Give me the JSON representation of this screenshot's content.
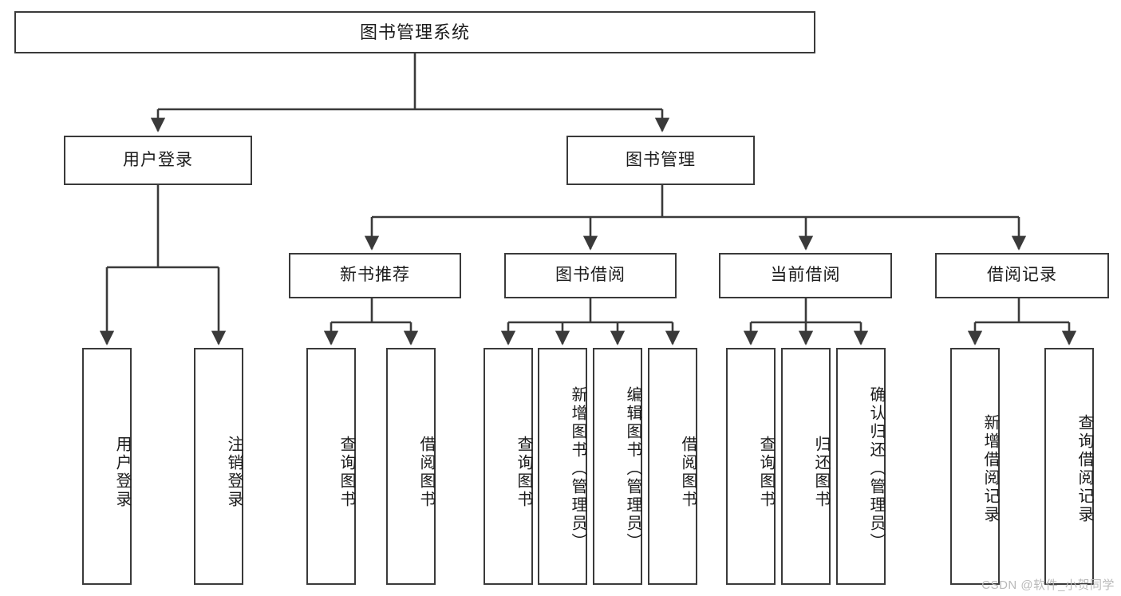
{
  "diagram": {
    "type": "tree",
    "title": "图书管理系统",
    "orientation": "top-down",
    "stroke_color": "#3a3a3a",
    "fill_color": "#ffffff",
    "text_color": "#1b1b1b",
    "watermark": "CSDN @软件_小贺同学"
  },
  "nodes": {
    "root": {
      "label": "图书管理系统",
      "level": 1
    },
    "level2": [
      {
        "id": "user-login",
        "label": "用户登录",
        "level": 2
      },
      {
        "id": "book-manage",
        "label": "图书管理",
        "level": 2
      }
    ],
    "level3": [
      {
        "id": "new-book-recommend",
        "label": "新书推荐",
        "level": 3,
        "parent": "book-manage"
      },
      {
        "id": "book-borrow",
        "label": "图书借阅",
        "level": 3,
        "parent": "book-manage"
      },
      {
        "id": "current-borrow",
        "label": "当前借阅",
        "level": 3,
        "parent": "book-manage"
      },
      {
        "id": "borrow-record",
        "label": "借阅记录",
        "level": 3,
        "parent": "book-manage"
      }
    ],
    "leaves": [
      {
        "id": "leaf-user-login",
        "label": "用户登录",
        "parent": "user-login"
      },
      {
        "id": "leaf-logout-login",
        "label": "注销登录",
        "parent": "user-login"
      },
      {
        "id": "leaf-query-book-1",
        "label": "查询图书",
        "parent": "new-book-recommend"
      },
      {
        "id": "leaf-borrow-book-1",
        "label": "借阅图书",
        "parent": "new-book-recommend"
      },
      {
        "id": "leaf-query-book-2",
        "label": "查询图书",
        "parent": "book-borrow"
      },
      {
        "id": "leaf-add-book",
        "label": "新增图书（管理员）",
        "parent": "book-borrow"
      },
      {
        "id": "leaf-edit-book",
        "label": "编辑图书（管理员）",
        "parent": "book-borrow"
      },
      {
        "id": "leaf-borrow-book-2",
        "label": "借阅图书",
        "parent": "book-borrow"
      },
      {
        "id": "leaf-query-book-3",
        "label": "查询图书",
        "parent": "current-borrow"
      },
      {
        "id": "leaf-return-book",
        "label": "归还图书",
        "parent": "current-borrow"
      },
      {
        "id": "leaf-confirm-return",
        "label": "确认归还（管理员）",
        "parent": "current-borrow"
      },
      {
        "id": "leaf-add-record",
        "label": "新增借阅记录",
        "parent": "borrow-record"
      },
      {
        "id": "leaf-query-record",
        "label": "查询借阅记录",
        "parent": "borrow-record"
      }
    ]
  }
}
